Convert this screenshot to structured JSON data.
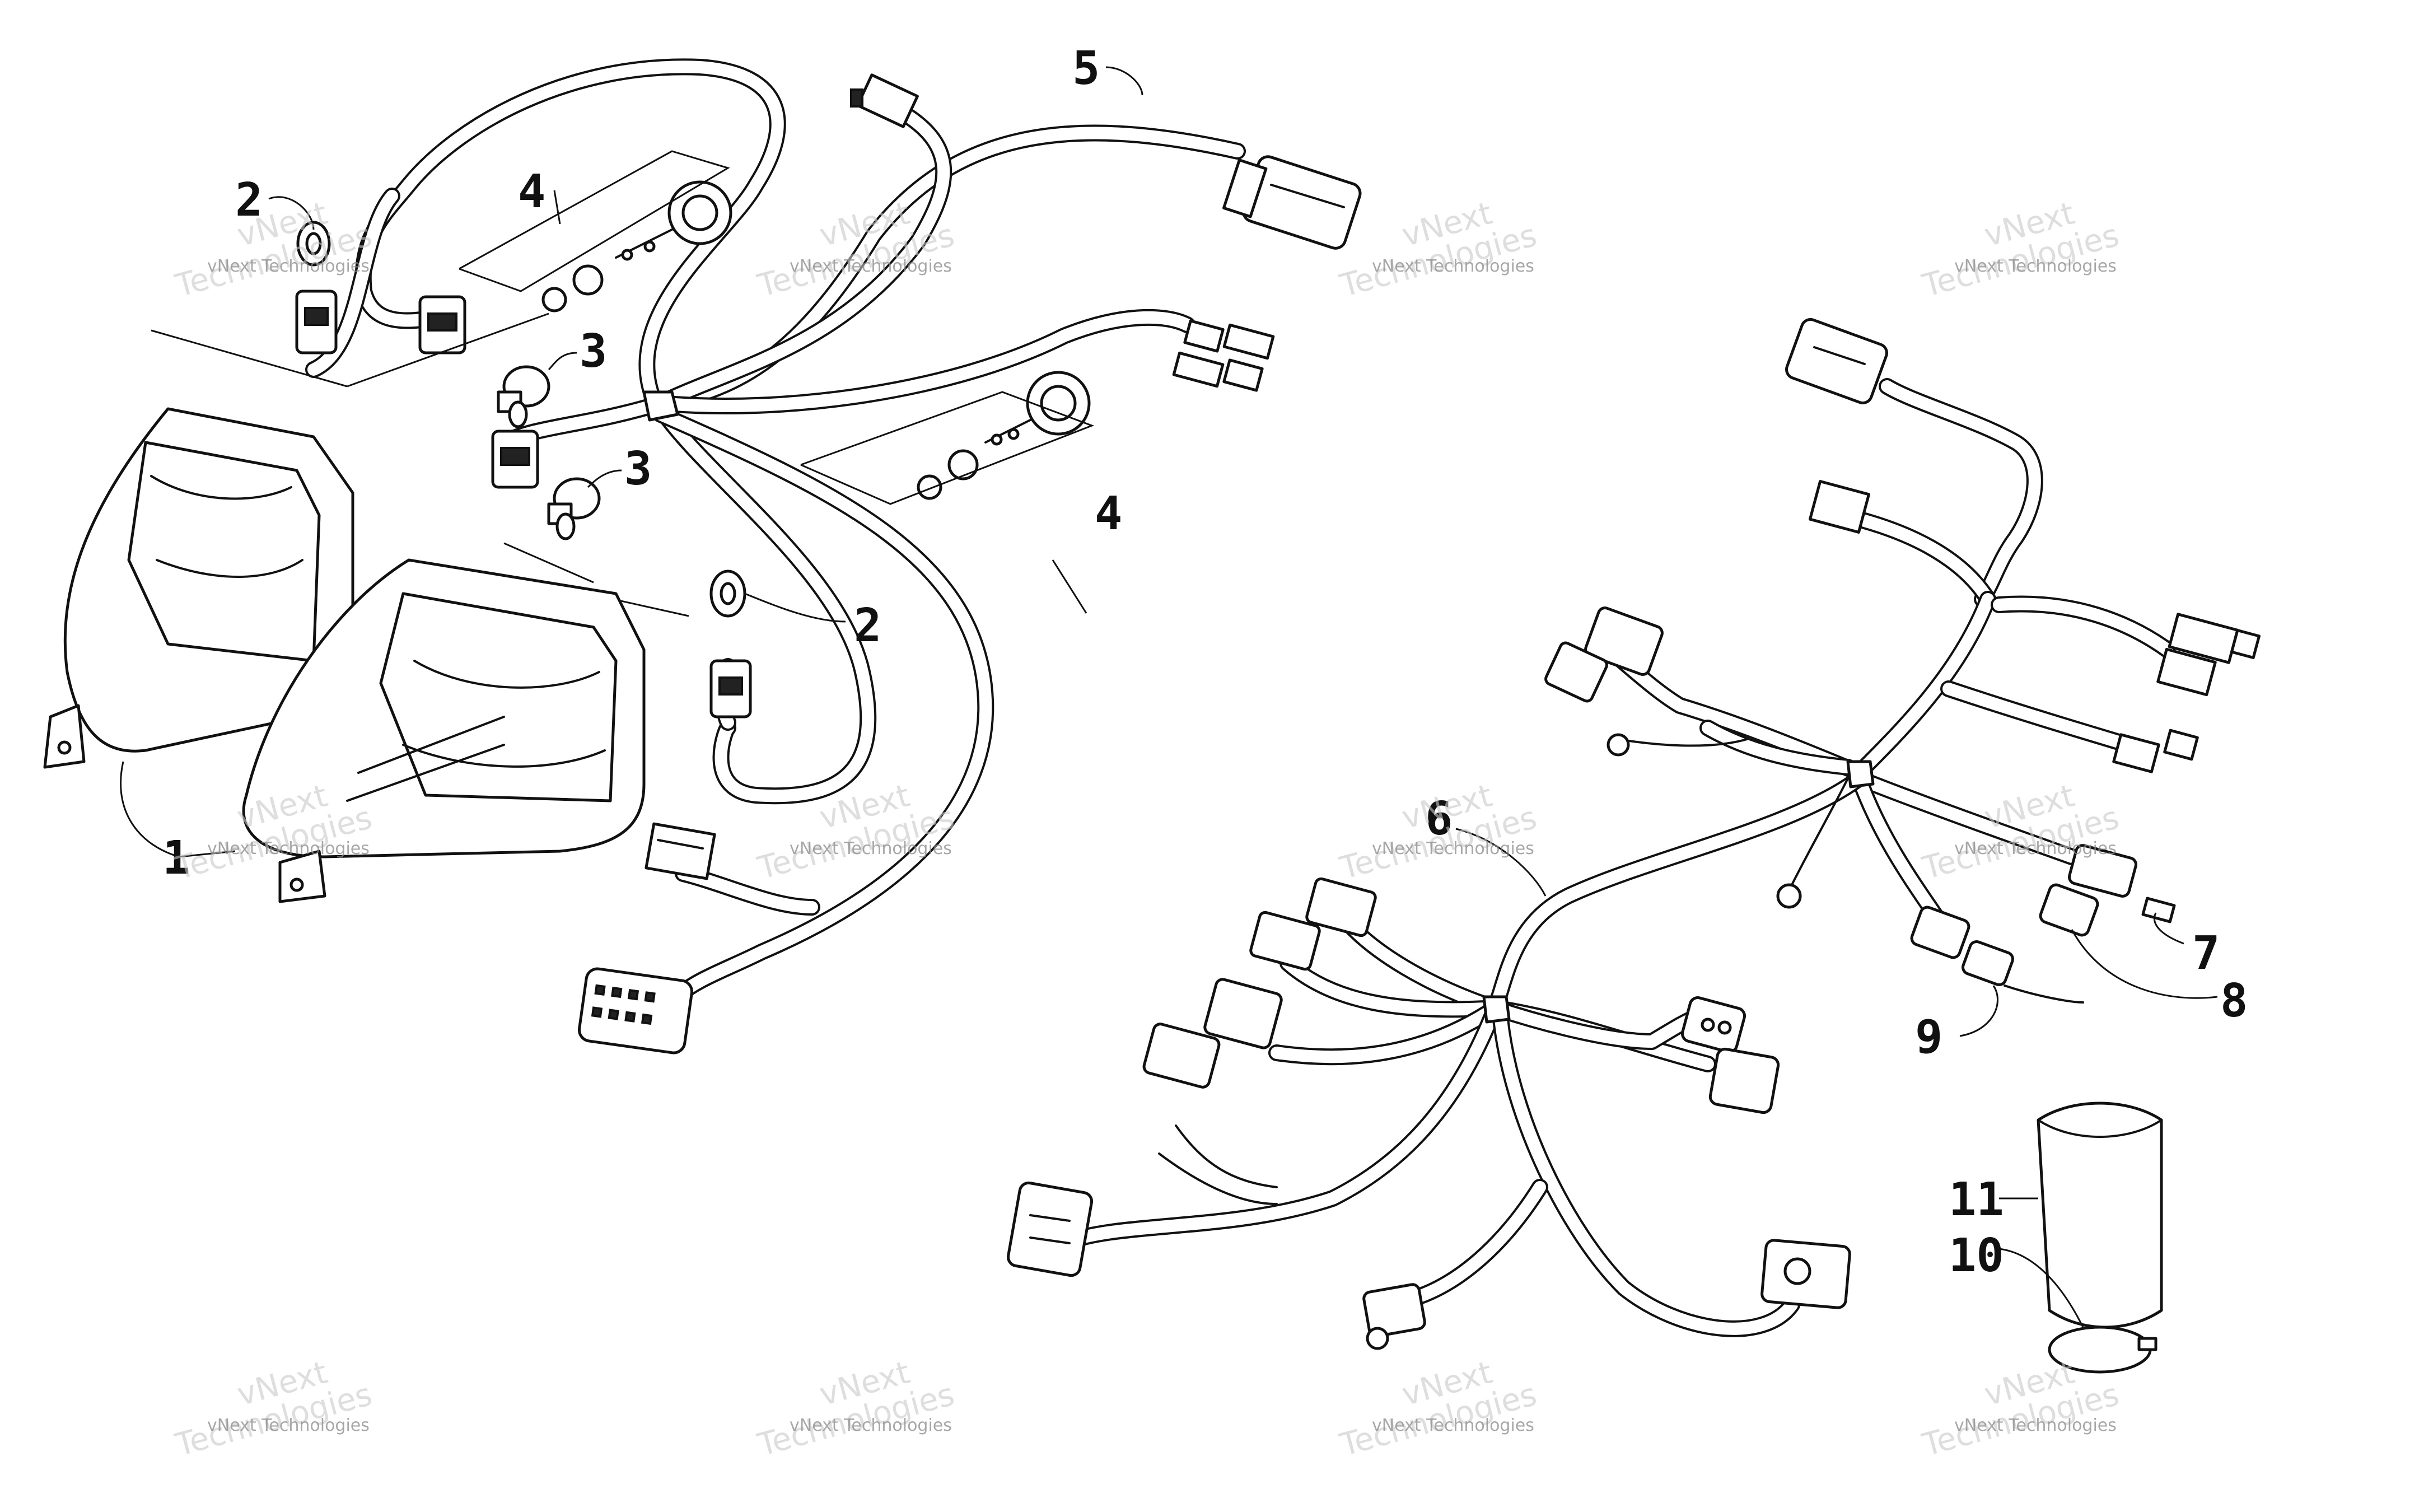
{
  "diagram": {
    "callouts": [
      "1",
      "2",
      "2",
      "3",
      "3",
      "4",
      "4",
      "5",
      "6",
      "7",
      "8",
      "9",
      "10",
      "11"
    ],
    "watermark": {
      "line1": "vNext Technologies",
      "line2a": "vNext",
      "line2b": "Technologies"
    }
  }
}
